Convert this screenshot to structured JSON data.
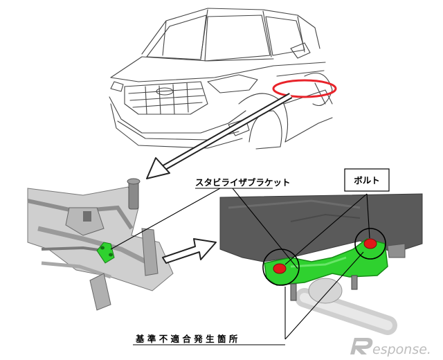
{
  "labels": {
    "stabilizer_bracket": "スタビライザブラケット",
    "bolt": "ボルト",
    "nonconforming_location": "基 準 不 適 合 発 生 箇 所"
  },
  "watermark": {
    "text": "esponse."
  },
  "colors": {
    "highlight_ellipse": "#e8232a",
    "bracket_green": "#2fd12f",
    "bolt_red": "#e01919",
    "underbody_gray": "#5a5a5a",
    "frame_gray": "#c8c8c8"
  }
}
